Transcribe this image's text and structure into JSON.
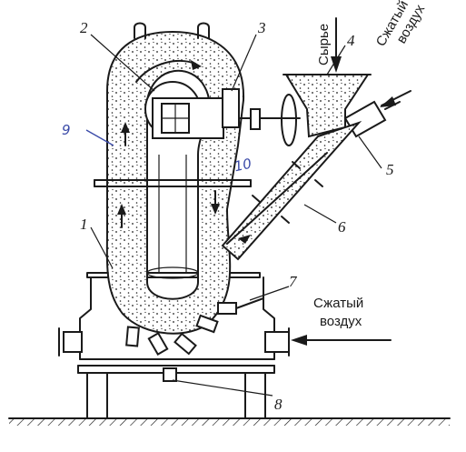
{
  "labels": {
    "n1": "1",
    "n2": "2",
    "n3": "3",
    "n4": "4",
    "n5": "5",
    "n6": "6",
    "n7": "7",
    "n8": "8"
  },
  "captions": {
    "raw": "Сырье",
    "air_top_1": "Сжатый",
    "air_top_2": "воздух",
    "air_right_1": "Сжатый",
    "air_right_2": "воздух"
  },
  "handwritten": {
    "h9": "9",
    "h10": "10"
  },
  "colors": {
    "ink": "#1a1a1a",
    "handwriting": "#3a4aa8"
  }
}
